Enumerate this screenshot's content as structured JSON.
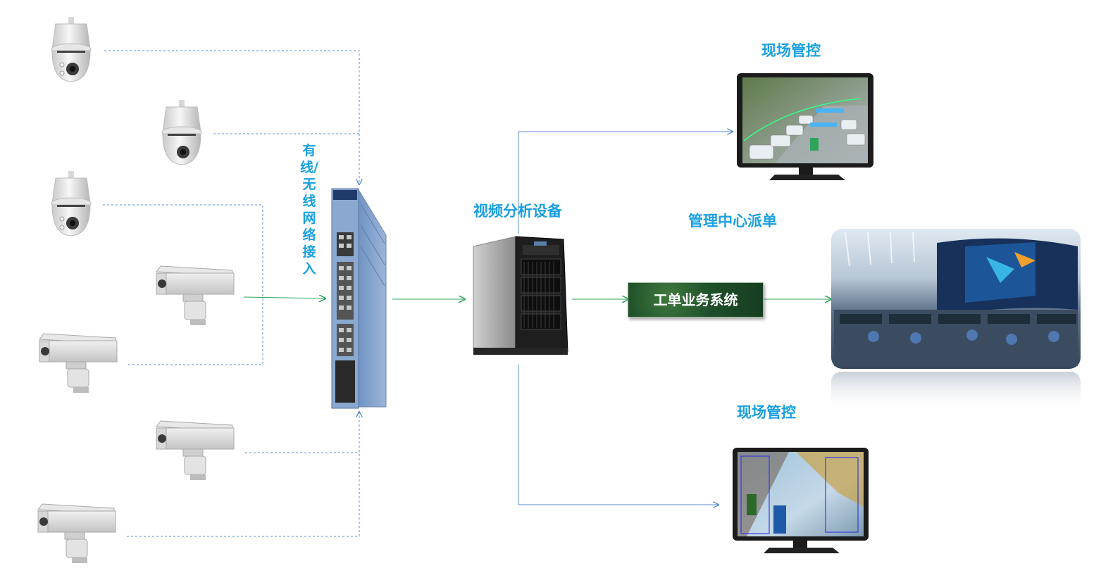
{
  "labels": {
    "network_access": "有线/无线网络接入",
    "video_analysis": "视频分析设备",
    "site_control_top": "现场管控",
    "site_control_bottom": "现场管控",
    "dispatch": "管理中心派单",
    "work_order_system": "工单业务系统"
  },
  "colors": {
    "label_blue": "#1aa0e0",
    "dashed_line": "#5a8fd0",
    "green_arrow": "#2fa35a",
    "switch_body": "#7f9fc8",
    "system_box": "#1f4f2a"
  },
  "icons": {
    "dome_camera": "dome-camera-icon",
    "box_camera": "box-camera-icon",
    "switch": "network-switch-icon",
    "server": "tower-server-icon",
    "monitor": "monitor-icon",
    "control_room": "control-room-photo"
  }
}
